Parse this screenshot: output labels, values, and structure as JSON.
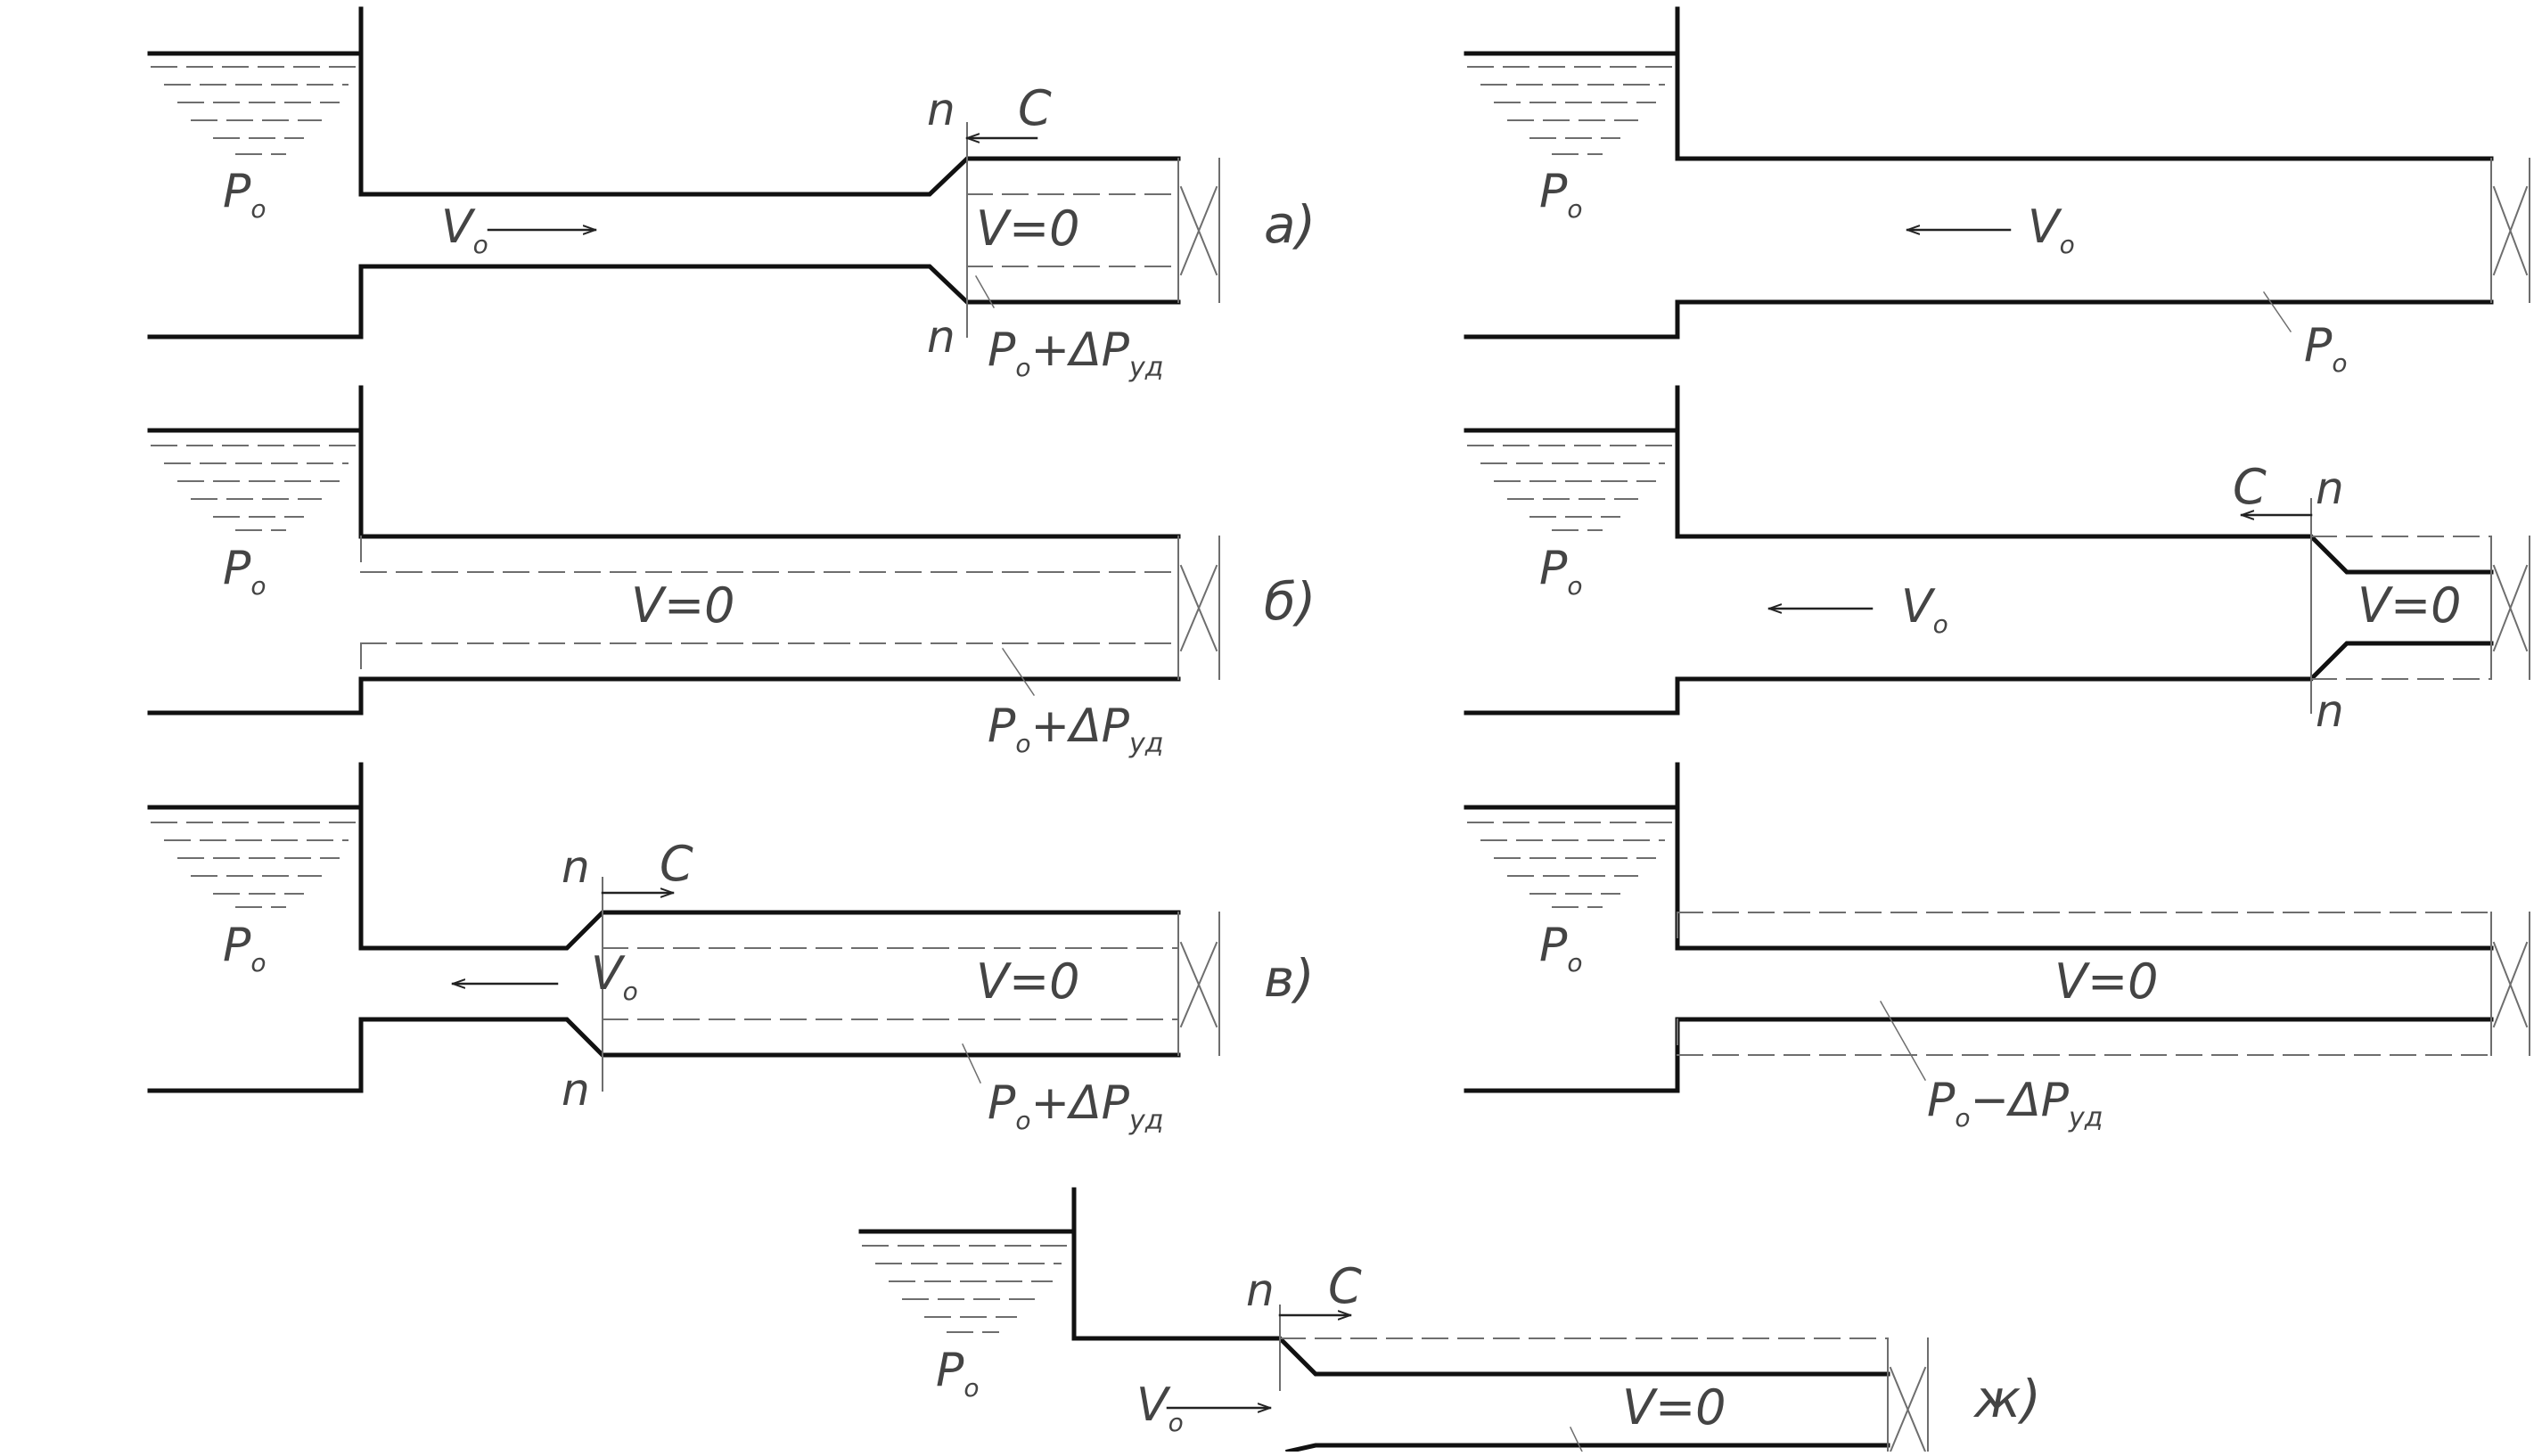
{
  "colors": {
    "pipe": "#111111",
    "aux": "#6e6e6e",
    "text": "#444444"
  },
  "panels": {
    "a": {
      "letter": "а)",
      "p0": "P",
      "v_label": "V",
      "c_label": "C",
      "n_top": "n",
      "n_bottom": "n",
      "v0_text": "V=0",
      "pressure": "P",
      "pressure_rest": "+ΔP",
      "pressure_sub": "уд"
    },
    "b": {
      "letter": "б)",
      "p0": "P",
      "v0_text": "V=0",
      "pressure": "P",
      "pressure_rest": "+ΔP",
      "pressure_sub": "уд"
    },
    "v": {
      "letter": "в)",
      "p0": "P",
      "v_label": "V",
      "c_label": "C",
      "n_top": "n",
      "n_bottom": "n",
      "v0_text": "V=0",
      "pressure": "P",
      "pressure_rest": "+ΔP",
      "pressure_sub": "уд"
    },
    "g": {
      "p0": "P",
      "v_label": "V",
      "pressure": "P"
    },
    "d": {
      "p0": "P",
      "v_label": "V",
      "c_label": "C",
      "n_top": "n",
      "n_bottom": "n",
      "v0_text": "V=0"
    },
    "e": {
      "p0": "P",
      "v0_text": "V=0",
      "pressure": "P",
      "pressure_rest": "−ΔP",
      "pressure_sub": "уд"
    },
    "zh": {
      "letter": "ж)",
      "p0": "P",
      "v_label": "V",
      "c_label": "C",
      "n_top": "n",
      "v0_text": "V=0"
    },
    "subscript_zero": "о"
  }
}
